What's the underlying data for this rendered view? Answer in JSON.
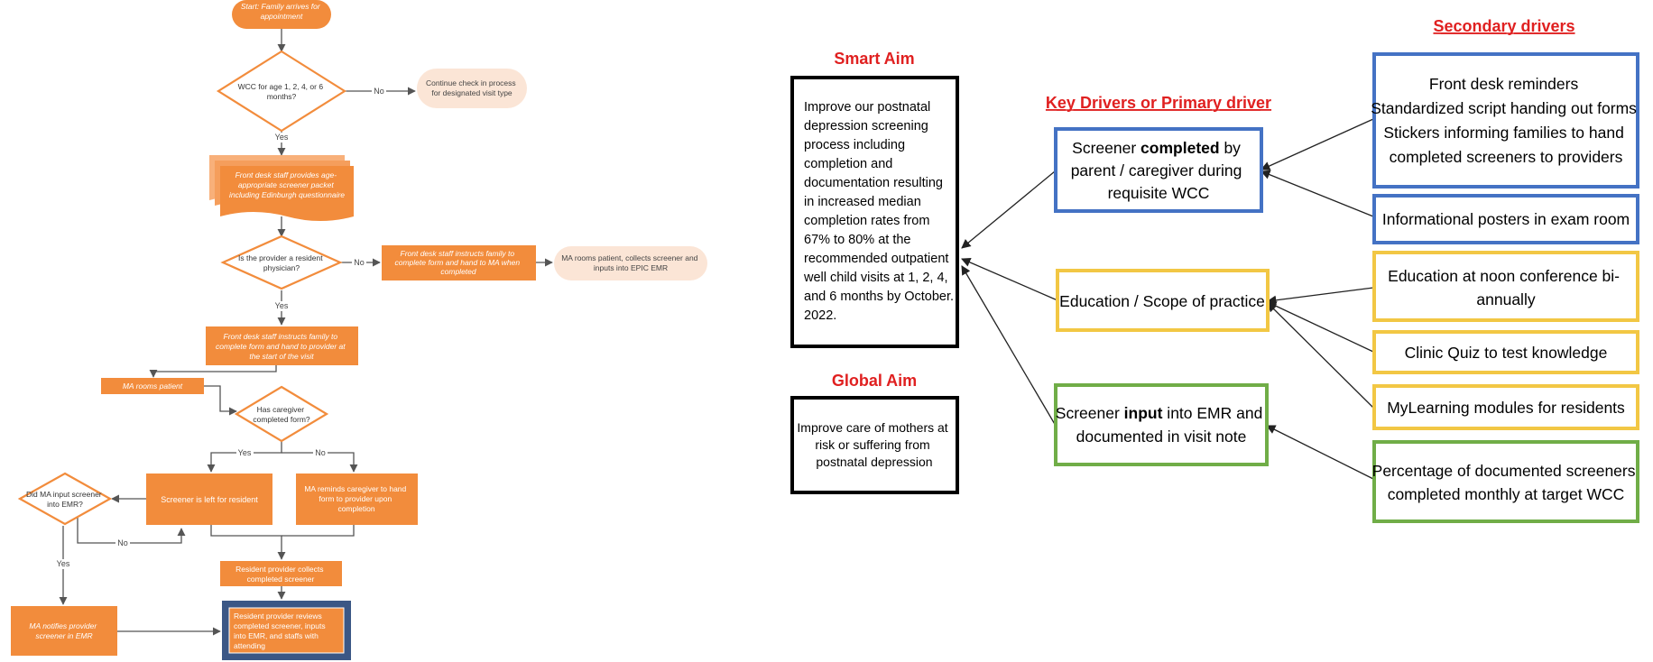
{
  "flowchart": {
    "start": [
      "Start: Family arrives for",
      "appointment"
    ],
    "wcc_decision": [
      "WCC for age 1, 2, 4, or 6",
      "months?"
    ],
    "continue_checkin": [
      "Continue check in process",
      "for designated visit type"
    ],
    "front_desk_packet": [
      "Front desk staff provides age-",
      "appropriate screener packet",
      "including Edinburgh questionnaire"
    ],
    "resident_decision": [
      "Is the provider a resident",
      "physician?"
    ],
    "instruct_ma": [
      "Front desk staff instructs family to",
      "complete form and hand to MA when",
      "completed"
    ],
    "ma_inputs_epic": [
      "MA rooms patient, collects screener and",
      "inputs into EPIC EMR"
    ],
    "instruct_provider": [
      "Front desk staff instructs family to",
      "complete form and hand to provider at",
      "the start of the visit"
    ],
    "ma_rooms": [
      "MA rooms patient"
    ],
    "caregiver_decision": [
      "Has caregiver",
      "completed form?"
    ],
    "left_for_resident": [
      "Screener is left for resident"
    ],
    "ma_reminds": [
      "MA reminds caregiver to hand",
      "form to provider upon",
      "completion"
    ],
    "ma_input_decision": [
      "Did MA input screener",
      "into EMR?"
    ],
    "resident_collects": [
      "Resident provider collects",
      "completed screener"
    ],
    "ma_notifies": [
      "MA notifies provider",
      "screener in EMR"
    ],
    "resident_reviews": [
      "Resident provider reviews",
      "completed screener, inputs",
      "into EMR, and staffs with",
      "attending"
    ],
    "label_yes": "Yes",
    "label_no": "No"
  },
  "driver_diagram": {
    "smart_aim_title": "Smart Aim",
    "smart_aim_text": [
      "Improve our postnatal",
      "depression screening",
      "process including",
      "completion and",
      "documentation resulting",
      "in increased median",
      "completion rates from",
      "67% to 80% at the",
      "recommended outpatient",
      "well child visits at 1, 2, 4,",
      "and 6 months by October.",
      "2022."
    ],
    "global_aim_title": "Global Aim",
    "global_aim_text": [
      "Improve care of mothers at",
      "risk or suffering from",
      "postnatal depression"
    ],
    "key_drivers_title": "Key Drivers  or Primary driver",
    "secondary_drivers_title": "Secondary drivers",
    "kd_completed": {
      "pre": "Screener ",
      "bold": "completed",
      "post": " by",
      "line2": "parent / caregiver during",
      "line3": "requisite WCC"
    },
    "kd_education": "Education / Scope of practice",
    "kd_input": {
      "pre": "Screener ",
      "bold": "input",
      "post": " into EMR and",
      "line2": "documented in visit note"
    },
    "sd_front_desk": [
      "Front desk reminders",
      "Standardized script handing out forms",
      "Stickers informing families to hand",
      "completed screeners to providers"
    ],
    "sd_posters": "Informational posters in exam room",
    "sd_noon_conf": [
      "Education at noon conference bi-",
      "annually"
    ],
    "sd_quiz": "Clinic Quiz to test knowledge",
    "sd_mylearning": "MyLearning modules for residents",
    "sd_percentage": [
      "Percentage of documented screeners",
      "completed monthly at target WCC"
    ]
  },
  "colors": {
    "orange": "#F28C3C",
    "orange_light": "#FBE5D6",
    "navy": "#3B5785",
    "blue_border": "#4472C4",
    "yellow_border": "#F2C744",
    "green_border": "#70AD47",
    "title_red": "#E02020"
  }
}
